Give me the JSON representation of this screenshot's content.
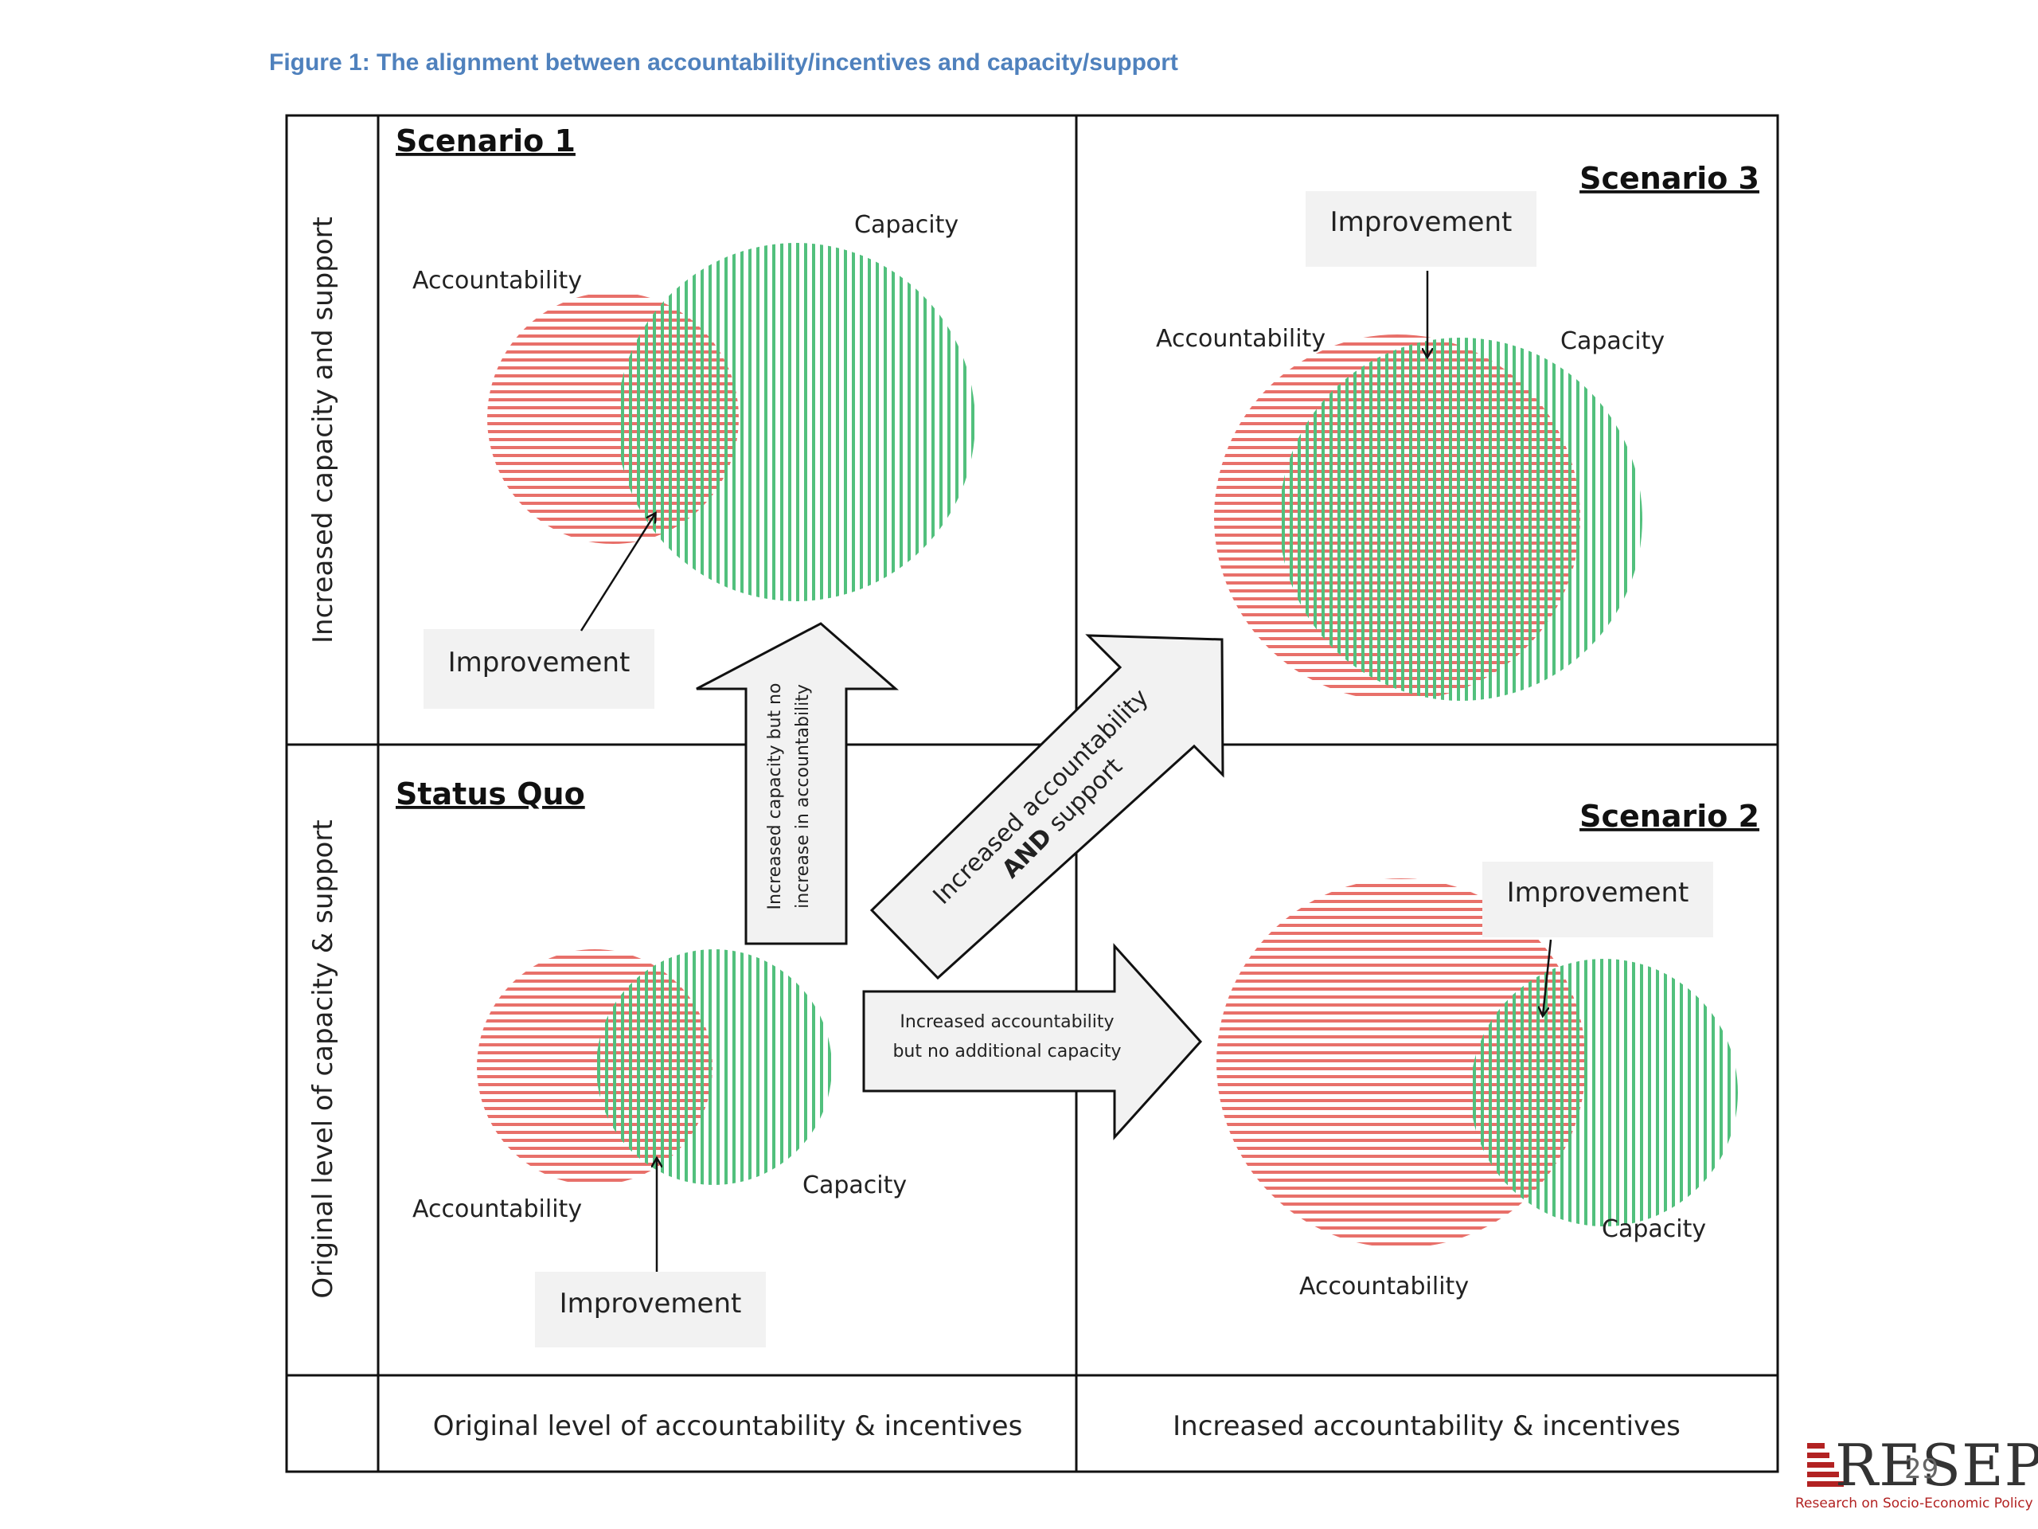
{
  "figure_title": "Figure 1: The alignment between accountability/incentives and capacity/support",
  "axes": {
    "y_top": "Increased capacity and support",
    "y_bottom": "Original level of capacity & support",
    "x_left": "Original level of accountability & incentives",
    "x_right": "Increased accountability & incentives"
  },
  "quadrants": {
    "scenario1": {
      "title": "Scenario 1",
      "accountability": "Accountability",
      "capacity": "Capacity",
      "improvement": "Improvement"
    },
    "scenario3": {
      "title": "Scenario 3",
      "accountability": "Accountability",
      "capacity": "Capacity",
      "improvement": "Improvement"
    },
    "status_quo": {
      "title": "Status Quo",
      "accountability": "Accountability",
      "capacity": "Capacity",
      "improvement": "Improvement"
    },
    "scenario2": {
      "title": "Scenario 2",
      "accountability": "Accountability",
      "capacity": "Capacity",
      "improvement": "Improvement"
    }
  },
  "arrows": {
    "up": {
      "line1": "Increased capacity  but no",
      "line2": "increase  in accountability"
    },
    "diagonal": {
      "line1": "Increased accountability",
      "line2_bold": "AND",
      "line2_rest": " support"
    },
    "right": {
      "line1": "Increased accountability",
      "line2": "but no additional  capacity"
    }
  },
  "logo": {
    "name": "RESEP",
    "tagline": "Research on Socio-Economic Policy"
  },
  "page_number": "29",
  "colors": {
    "accountability": "#e8706a",
    "capacity": "#52c07d",
    "title": "#4f81bd",
    "box": "#f2f2f2"
  }
}
